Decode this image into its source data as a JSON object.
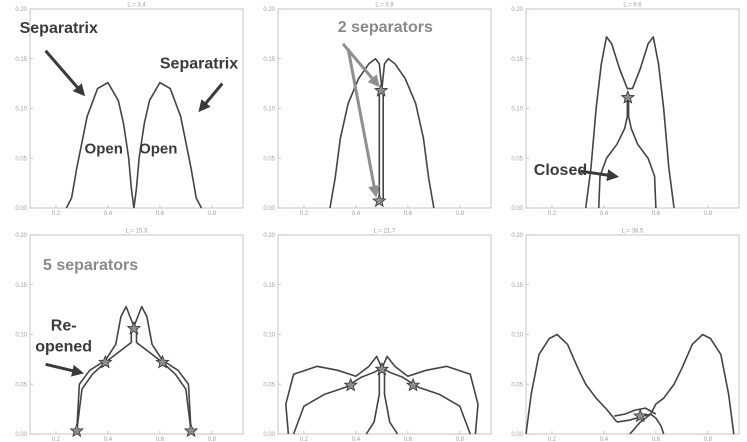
{
  "chart_data": [
    {
      "type": "line",
      "title": "L = 3.4",
      "xlim": [
        0.1,
        0.92
      ],
      "ylim": [
        0,
        0.2
      ],
      "xticks": [
        "0.2",
        "0.4",
        "0.6",
        "0.8"
      ],
      "yticks": [
        "0.00",
        "0.05",
        "0.10",
        "0.15",
        "0.20"
      ],
      "series": [
        {
          "x": [
            0.24,
            0.26,
            0.28,
            0.32,
            0.36,
            0.4,
            0.44,
            0.46,
            0.48,
            0.49,
            0.5
          ],
          "y": [
            0.0,
            0.01,
            0.04,
            0.092,
            0.12,
            0.126,
            0.108,
            0.085,
            0.05,
            0.02,
            0.0
          ]
        },
        {
          "x": [
            0.5,
            0.51,
            0.52,
            0.54,
            0.56,
            0.6,
            0.64,
            0.68,
            0.72,
            0.74,
            0.76
          ],
          "y": [
            0.0,
            0.02,
            0.05,
            0.085,
            0.108,
            0.126,
            0.12,
            0.092,
            0.04,
            0.01,
            0.0
          ]
        }
      ],
      "points": [],
      "annotations": [
        {
          "text": "Separatrix",
          "x": 0.06,
          "y": 0.176,
          "size": 16,
          "style": "dark"
        },
        {
          "text": "Separatrix",
          "x": 0.6,
          "y": 0.14,
          "size": 16,
          "style": "dark"
        },
        {
          "text": "Open",
          "x": 0.31,
          "y": 0.055,
          "size": 15,
          "style": "dark"
        },
        {
          "text": "Open",
          "x": 0.52,
          "y": 0.055,
          "size": 15,
          "style": "dark"
        }
      ],
      "arrows": [
        {
          "from": [
            0.16,
            0.158
          ],
          "to": [
            0.3,
            0.116
          ],
          "style": "dark"
        },
        {
          "from": [
            0.84,
            0.125
          ],
          "to": [
            0.76,
            0.1
          ],
          "style": "dark"
        }
      ]
    },
    {
      "type": "line",
      "title": "L = 3.8",
      "xlim": [
        0.1,
        0.92
      ],
      "ylim": [
        0,
        0.2
      ],
      "xticks": [
        "0.2",
        "0.4",
        "0.6",
        "0.8"
      ],
      "yticks": [
        "0.00",
        "0.05",
        "0.10",
        "0.15",
        "0.20"
      ],
      "series": [
        {
          "x": [
            0.3,
            0.32,
            0.34,
            0.37,
            0.41,
            0.45,
            0.475,
            0.49,
            0.5,
            0.51,
            0.525,
            0.55,
            0.59,
            0.63,
            0.66,
            0.68,
            0.7
          ],
          "y": [
            0.0,
            0.03,
            0.07,
            0.105,
            0.13,
            0.145,
            0.15,
            0.145,
            0.12,
            0.145,
            0.15,
            0.145,
            0.13,
            0.105,
            0.07,
            0.03,
            0.0
          ]
        },
        {
          "x": [
            0.49,
            0.49
          ],
          "y": [
            0.118,
            0.007
          ]
        },
        {
          "x": [
            0.505,
            0.505
          ],
          "y": [
            0.118,
            0.007
          ]
        }
      ],
      "points": [
        {
          "x": 0.497,
          "y": 0.118
        },
        {
          "x": 0.49,
          "y": 0.007
        }
      ],
      "annotations": [
        {
          "text": "2 separators",
          "x": 0.33,
          "y": 0.177,
          "size": 16,
          "style": "light"
        }
      ],
      "arrows": [
        {
          "from": [
            0.35,
            0.165
          ],
          "to": [
            0.48,
            0.125
          ],
          "style": "light"
        },
        {
          "from": [
            0.37,
            0.16
          ],
          "to": [
            0.475,
            0.015
          ],
          "style": "light"
        }
      ]
    },
    {
      "type": "line",
      "title": "L = 9.6",
      "xlim": [
        0.1,
        0.92
      ],
      "ylim": [
        0,
        0.2
      ],
      "xticks": [
        "0.2",
        "0.4",
        "0.6",
        "0.8"
      ],
      "yticks": [
        "0.00",
        "0.05",
        "0.10",
        "0.15",
        "0.20"
      ],
      "series": [
        {
          "x": [
            0.33,
            0.35,
            0.37,
            0.39,
            0.41,
            0.43,
            0.46,
            0.49,
            0.51,
            0.54,
            0.57,
            0.59,
            0.61,
            0.63,
            0.65,
            0.67
          ],
          "y": [
            0.0,
            0.04,
            0.1,
            0.145,
            0.172,
            0.165,
            0.14,
            0.12,
            0.12,
            0.14,
            0.165,
            0.172,
            0.145,
            0.1,
            0.04,
            0.0
          ]
        },
        {
          "x": [
            0.38,
            0.385,
            0.41,
            0.45,
            0.48,
            0.49,
            0.49
          ],
          "y": [
            0.0,
            0.032,
            0.05,
            0.064,
            0.08,
            0.092,
            0.112
          ]
        },
        {
          "x": [
            0.6,
            0.595,
            0.57,
            0.53,
            0.505,
            0.495,
            0.495
          ],
          "y": [
            0.0,
            0.032,
            0.05,
            0.064,
            0.08,
            0.092,
            0.112
          ]
        }
      ],
      "points": [
        {
          "x": 0.492,
          "y": 0.111
        }
      ],
      "annotations": [
        {
          "text": "Closed",
          "x": 0.13,
          "y": 0.033,
          "size": 16,
          "style": "dark"
        }
      ],
      "arrows": [
        {
          "from": [
            0.31,
            0.037
          ],
          "to": [
            0.44,
            0.032
          ],
          "style": "dark"
        }
      ]
    },
    {
      "type": "line",
      "title": "L = 15.3",
      "xlim": [
        0.1,
        0.92
      ],
      "ylim": [
        0,
        0.2
      ],
      "xticks": [
        "0.2",
        "0.4",
        "0.6",
        "0.8"
      ],
      "yticks": [
        "0.00",
        "0.05",
        "0.10",
        "0.15",
        "0.20"
      ],
      "series": [
        {
          "x": [
            0.28,
            0.29,
            0.33,
            0.39,
            0.43,
            0.45,
            0.47,
            0.5,
            0.53,
            0.55,
            0.57,
            0.61,
            0.67,
            0.71,
            0.72
          ],
          "y": [
            0.003,
            0.05,
            0.064,
            0.074,
            0.09,
            0.118,
            0.128,
            0.108,
            0.128,
            0.118,
            0.09,
            0.074,
            0.064,
            0.05,
            0.003
          ]
        },
        {
          "x": [
            0.28,
            0.3,
            0.34,
            0.39,
            0.44,
            0.49,
            0.49
          ],
          "y": [
            0.003,
            0.045,
            0.06,
            0.072,
            0.082,
            0.092,
            0.106
          ]
        },
        {
          "x": [
            0.72,
            0.7,
            0.66,
            0.61,
            0.56,
            0.51,
            0.51
          ],
          "y": [
            0.003,
            0.045,
            0.06,
            0.072,
            0.082,
            0.092,
            0.106
          ]
        }
      ],
      "points": [
        {
          "x": 0.28,
          "y": 0.003
        },
        {
          "x": 0.39,
          "y": 0.072
        },
        {
          "x": 0.5,
          "y": 0.106
        },
        {
          "x": 0.61,
          "y": 0.072
        },
        {
          "x": 0.72,
          "y": 0.003
        }
      ],
      "annotations": [
        {
          "text": "5 separators",
          "x": 0.15,
          "y": 0.165,
          "size": 16,
          "style": "light"
        },
        {
          "text": "Re-",
          "x": 0.18,
          "y": 0.104,
          "size": 16,
          "style": "dark"
        },
        {
          "text": "opened",
          "x": 0.12,
          "y": 0.083,
          "size": 16,
          "style": "dark"
        }
      ],
      "arrows": [
        {
          "from": [
            0.16,
            0.07
          ],
          "to": [
            0.29,
            0.062
          ],
          "style": "dark"
        }
      ]
    },
    {
      "type": "line",
      "title": "L = 21.7",
      "xlim": [
        0.1,
        0.92
      ],
      "ylim": [
        0,
        0.2
      ],
      "xticks": [
        "0.2",
        "0.4",
        "0.6",
        "0.8"
      ],
      "yticks": [
        "0.00",
        "0.05",
        "0.10",
        "0.15",
        "0.20"
      ],
      "series": [
        {
          "x": [
            0.14,
            0.13,
            0.16,
            0.25,
            0.33,
            0.4,
            0.45,
            0.48,
            0.5,
            0.52,
            0.55,
            0.6,
            0.67,
            0.75,
            0.84,
            0.87,
            0.86
          ],
          "y": [
            0.0,
            0.03,
            0.06,
            0.068,
            0.064,
            0.058,
            0.068,
            0.078,
            0.066,
            0.078,
            0.068,
            0.058,
            0.064,
            0.068,
            0.06,
            0.03,
            0.0
          ]
        },
        {
          "x": [
            0.16,
            0.2,
            0.28,
            0.36,
            0.42,
            0.47,
            0.49,
            0.49,
            0.47,
            0.44
          ],
          "y": [
            0.0,
            0.028,
            0.04,
            0.047,
            0.057,
            0.062,
            0.065,
            0.04,
            0.012,
            0.0
          ]
        },
        {
          "x": [
            0.84,
            0.8,
            0.72,
            0.64,
            0.58,
            0.53,
            0.51,
            0.51,
            0.53,
            0.56
          ],
          "y": [
            0.0,
            0.028,
            0.04,
            0.047,
            0.057,
            0.062,
            0.065,
            0.04,
            0.012,
            0.0
          ]
        }
      ],
      "points": [
        {
          "x": 0.38,
          "y": 0.049
        },
        {
          "x": 0.5,
          "y": 0.065
        },
        {
          "x": 0.62,
          "y": 0.049
        }
      ],
      "annotations": [],
      "arrows": []
    },
    {
      "type": "line",
      "title": "L = 38.5",
      "xlim": [
        0.1,
        0.92
      ],
      "ylim": [
        0,
        0.2
      ],
      "xticks": [
        "0.2",
        "0.4",
        "0.6",
        "0.8"
      ],
      "yticks": [
        "0.00",
        "0.05",
        "0.10",
        "0.15",
        "0.20"
      ],
      "series": [
        {
          "x": [
            0.1,
            0.12,
            0.15,
            0.19,
            0.22,
            0.26,
            0.3,
            0.33,
            0.37,
            0.41,
            0.45
          ],
          "y": [
            0.0,
            0.04,
            0.08,
            0.096,
            0.1,
            0.09,
            0.066,
            0.05,
            0.036,
            0.025,
            0.012
          ]
        },
        {
          "x": [
            0.9,
            0.88,
            0.85,
            0.81,
            0.78,
            0.74,
            0.7,
            0.67,
            0.63,
            0.6,
            0.58
          ],
          "y": [
            0.0,
            0.04,
            0.08,
            0.096,
            0.1,
            0.09,
            0.066,
            0.05,
            0.036,
            0.03,
            0.02
          ]
        },
        {
          "x": [
            0.45,
            0.5,
            0.55,
            0.58,
            0.6,
            0.62,
            0.63
          ],
          "y": [
            0.012,
            0.014,
            0.018,
            0.02,
            0.016,
            0.008,
            0.0
          ]
        },
        {
          "x": [
            0.5,
            0.52,
            0.54,
            0.56,
            0.58
          ],
          "y": [
            0.0,
            0.006,
            0.012,
            0.016,
            0.02
          ]
        },
        {
          "x": [
            0.44,
            0.48,
            0.52,
            0.56,
            0.6
          ],
          "y": [
            0.018,
            0.02,
            0.024,
            0.026,
            0.02
          ]
        }
      ],
      "points": [
        {
          "x": 0.54,
          "y": 0.018
        }
      ],
      "annotations": [],
      "arrows": []
    }
  ]
}
